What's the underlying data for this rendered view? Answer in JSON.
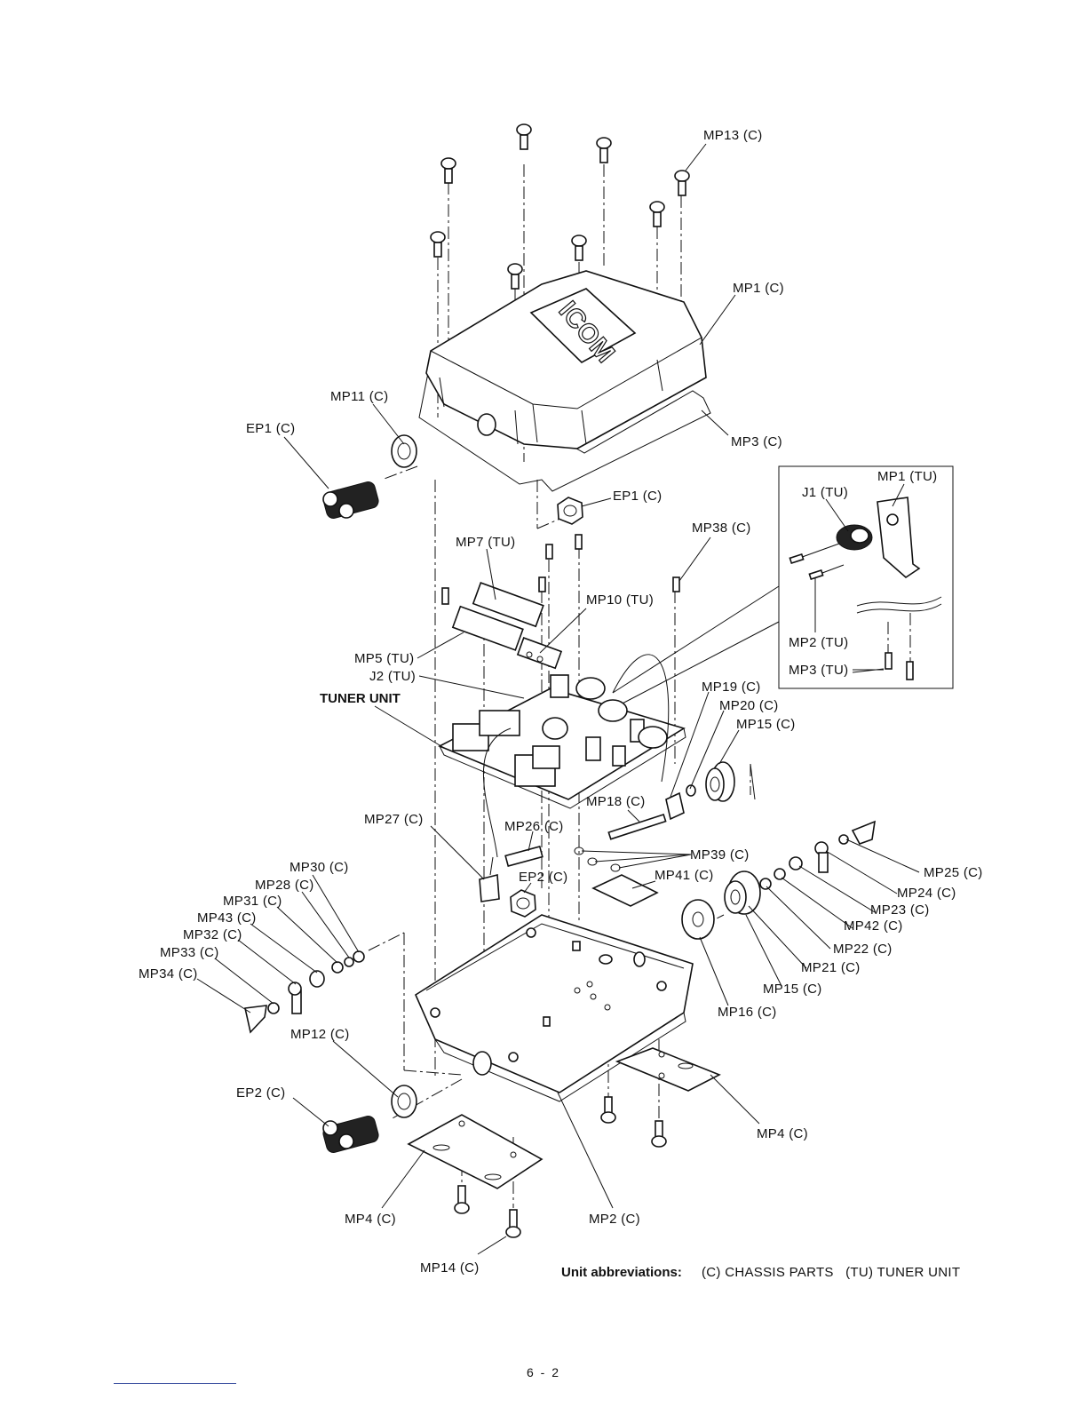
{
  "page_number": "6 - 2",
  "logo_text": "ICOM",
  "heading_tuner_unit": "TUNER UNIT",
  "abbreviations": {
    "label": "Unit abbreviations:",
    "text": "(C) CHASSIS PARTS   (TU) TUNER UNIT"
  },
  "labels": {
    "mp13_c": "MP13 (C)",
    "mp1_c": "MP1 (C)",
    "mp11_c": "MP11 (C)",
    "ep1_c_left": "EP1 (C)",
    "mp3_c": "MP3 (C)",
    "ep1_c_nut": "EP1 (C)",
    "mp1_tu": "MP1 (TU)",
    "j1_tu": "J1 (TU)",
    "mp38_c": "MP38 (C)",
    "mp7_tu": "MP7 (TU)",
    "mp10_tu": "MP10 (TU)",
    "mp2_tu": "MP2 (TU)",
    "mp3_tu": "MP3 (TU)",
    "mp5_tu": "MP5 (TU)",
    "j2_tu": "J2 (TU)",
    "mp19_c": "MP19 (C)",
    "mp20_c": "MP20 (C)",
    "mp15_c_top": "MP15 (C)",
    "mp18_c": "MP18 (C)",
    "mp27_c": "MP27 (C)",
    "mp26_c": "MP26 (C)",
    "mp39_c": "MP39 (C)",
    "mp30_c": "MP30 (C)",
    "ep2_c_nut": "EP2 (C)",
    "mp41_c": "MP41 (C)",
    "mp25_c": "MP25 (C)",
    "mp28_c": "MP28 (C)",
    "mp24_c": "MP24 (C)",
    "mp31_c": "MP31 (C)",
    "mp23_c": "MP23 (C)",
    "mp43_c": "MP43 (C)",
    "mp42_c": "MP42 (C)",
    "mp32_c": "MP32 (C)",
    "mp22_c": "MP22 (C)",
    "mp33_c": "MP33 (C)",
    "mp21_c": "MP21 (C)",
    "mp34_c": "MP34 (C)",
    "mp15_c_bottom": "MP15 (C)",
    "mp16_c": "MP16 (C)",
    "mp12_c": "MP12 (C)",
    "ep2_c_left": "EP2 (C)",
    "mp4_c_right": "MP4 (C)",
    "mp4_c_left": "MP4 (C)",
    "mp2_c": "MP2 (C)",
    "mp14_c": "MP14 (C)"
  }
}
